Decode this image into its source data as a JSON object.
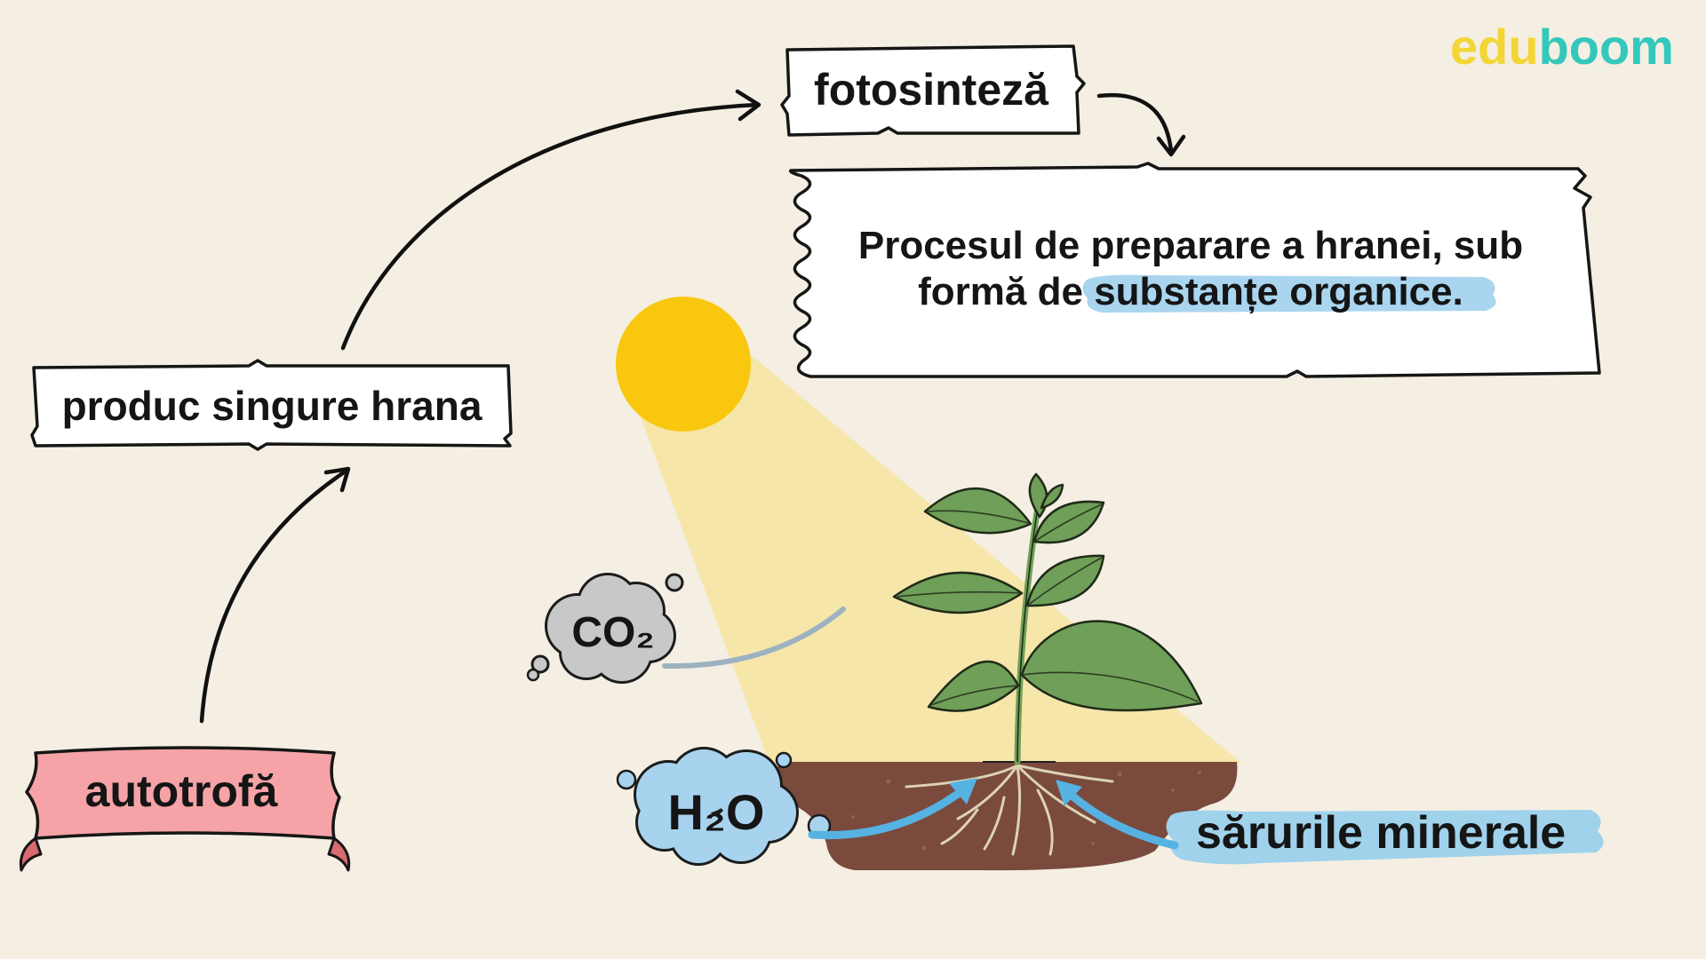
{
  "brand": {
    "part1": "edu",
    "part2": "boom"
  },
  "fotosinteza": {
    "label": "fotosinteză"
  },
  "definition": {
    "line1": "Procesul de preparare a hranei, sub",
    "line2_start": "formă de ",
    "highlight": "substanțe organice."
  },
  "produc": {
    "label": "produc singure hrana"
  },
  "autotrofa": {
    "label": "autotrofă"
  },
  "co2": {
    "label": "CO₂"
  },
  "h2o": {
    "label": "H₂O"
  },
  "saruri": {
    "label": "sărurile minerale"
  },
  "colors": {
    "background": "#f4efe2",
    "brand_edu": "#f3d536",
    "brand_boom": "#33c8bb",
    "sun": "#f9c80e",
    "light_beam": "#f6e39c",
    "autotrofa_banner": "#f5a3a6",
    "highlight_blue": "#a9d5ef",
    "water_blue": "#a8d3ee",
    "co2_grey": "#c8c8c8",
    "soil": "#7a4a3d",
    "leaf_green": "#6f9f58",
    "arrow_blue": "#56b2e2"
  }
}
